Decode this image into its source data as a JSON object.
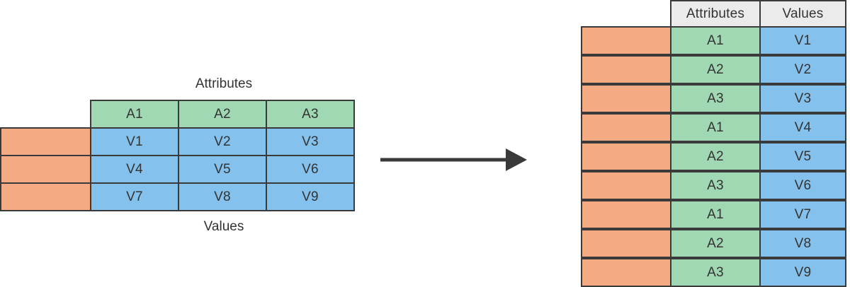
{
  "diagram": {
    "title_left": "Attributes",
    "caption_left_bottom": "Values",
    "arrow_label": "transform-arrow",
    "colors": {
      "green": "#a0d8b3",
      "blue": "#84c1ec",
      "orange": "#f4ab84",
      "header_gray": "#ebebeb",
      "border": "#3a3a3a",
      "text": "#333333",
      "arrow": "#3a3a3a"
    }
  },
  "source_table": {
    "top_label": "Attributes",
    "bottom_label": "Values",
    "attribute_header": [
      "A1",
      "A2",
      "A3"
    ],
    "key_column_cells": [
      "",
      "",
      ""
    ],
    "value_rows": [
      [
        "V1",
        "V2",
        "V3"
      ],
      [
        "V4",
        "V5",
        "V6"
      ],
      [
        "V7",
        "V8",
        "V9"
      ]
    ]
  },
  "result_table": {
    "headers": [
      "Attributes",
      "Values"
    ],
    "key_column_cells": [
      "",
      "",
      "",
      "",
      "",
      "",
      "",
      "",
      ""
    ],
    "rows": [
      {
        "attribute": "A1",
        "value": "V1"
      },
      {
        "attribute": "A2",
        "value": "V2"
      },
      {
        "attribute": "A3",
        "value": "V3"
      },
      {
        "attribute": "A1",
        "value": "V4"
      },
      {
        "attribute": "A2",
        "value": "V5"
      },
      {
        "attribute": "A3",
        "value": "V6"
      },
      {
        "attribute": "A1",
        "value": "V7"
      },
      {
        "attribute": "A2",
        "value": "V8"
      },
      {
        "attribute": "A3",
        "value": "V9"
      }
    ]
  }
}
